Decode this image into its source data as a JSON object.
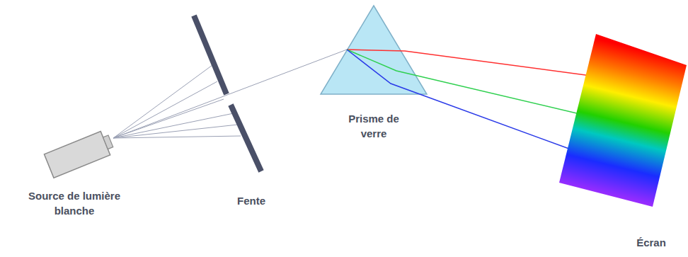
{
  "diagram": {
    "labels": [
      "Source de lumière blanche",
      "Fente",
      "Prisme de verre",
      "Écran"
    ]
  }
}
